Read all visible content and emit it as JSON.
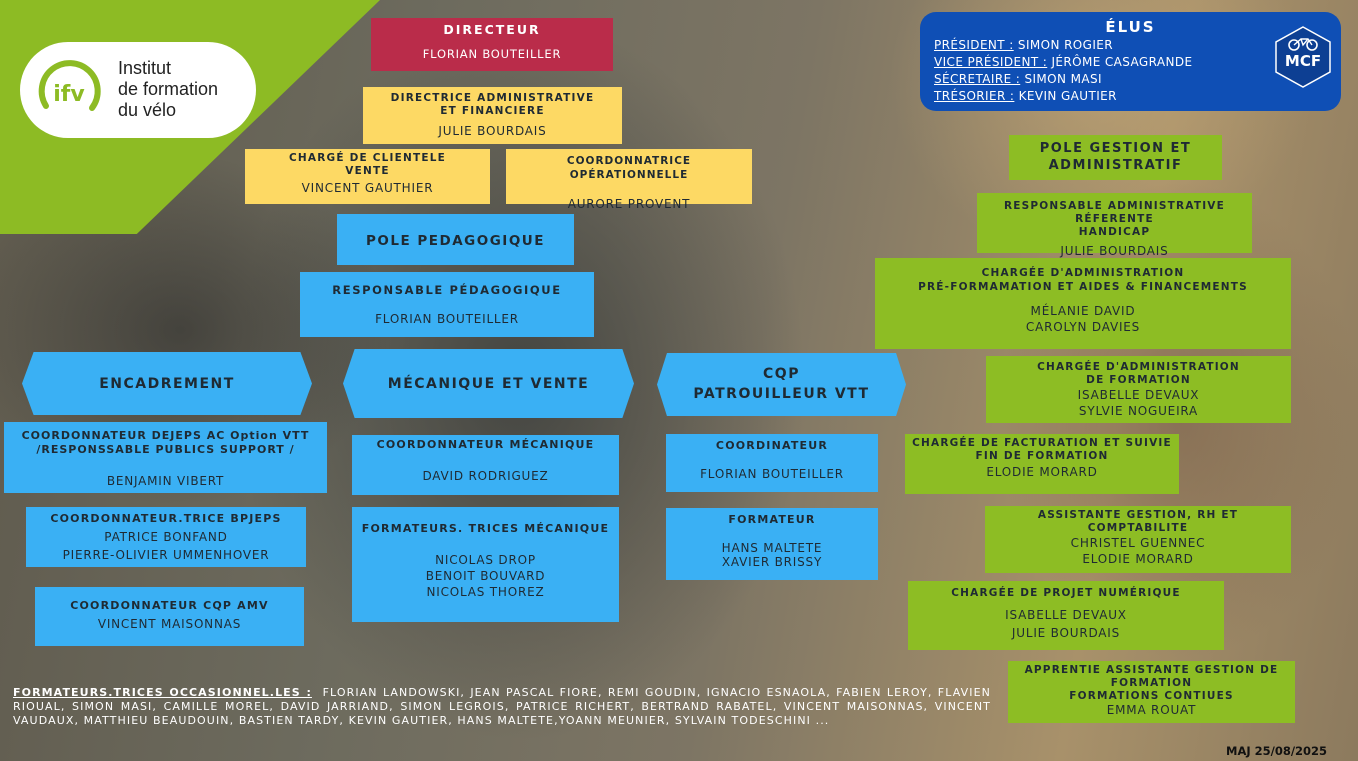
{
  "logo": {
    "mark": "ifv",
    "line1": "Institut",
    "line2": "de formation",
    "line3": "du vélo"
  },
  "colors": {
    "blue": "#3ab0f4",
    "green": "#8dbd24",
    "yellow": "#fdd964",
    "red": "#ba2c4a",
    "elus_bg": "#0f4fb5"
  },
  "directeur": {
    "title": "DIRECTEUR",
    "name": "FLORIAN BOUTEILLER"
  },
  "directrice_admin": {
    "title": "DIRECTRICE ADMINISTRATIVE ET FINANCIERE",
    "name": "JULIE BOURDAIS"
  },
  "charge_clientele": {
    "title": "CHARGÉ DE CLIENTELE VENTE",
    "name": "VINCENT GAUTHIER"
  },
  "coord_operationnelle": {
    "title": "COORDONNATRICE OPÉRATIONNELLE",
    "name": "AURORE PROVENT"
  },
  "pole_pedagogique": {
    "title": "POLE PEDAGOGIQUE"
  },
  "resp_pedagogique": {
    "title": "RESPONSABLE PÉDAGOGIQUE",
    "name": "FLORIAN BOUTEILLER"
  },
  "encadrement": {
    "header": "ENCADREMENT",
    "dejeps": {
      "title1": "COORDONNATEUR DEJEPS AC Option VTT",
      "title2": "/RESPONSSABLE PUBLICS SUPPORT /",
      "name": "BENJAMIN VIBERT"
    },
    "bpjeps": {
      "title": "COORDONNATEUR.TRICE BPJEPS",
      "name1": "PATRICE BONFAND",
      "name2": "PIERRE-OLIVIER UMMENHOVER"
    },
    "cqp_amv": {
      "title": "COORDONNATEUR CQP AMV",
      "name": "VINCENT MAISONNAS"
    }
  },
  "mecanique": {
    "header": "MÉCANIQUE ET VENTE",
    "coord": {
      "title": "COORDONNATEUR MÉCANIQUE",
      "name": "DAVID RODRIGUEZ"
    },
    "formateurs": {
      "title": "FORMATEURS. TRICES MÉCANIQUE",
      "name1": "NICOLAS DROP",
      "name2": "BENOIT BOUVARD",
      "name3": "NICOLAS THOREZ"
    }
  },
  "cqp_vtt": {
    "header1": "CQP",
    "header2": "PATROUILLEUR VTT",
    "coord": {
      "title": "COORDINATEUR",
      "name": "FLORIAN BOUTEILLER"
    },
    "formateur": {
      "title": "FORMATEUR",
      "name1": "HANS MALTETE",
      "name2": "XAVIER BRISSY"
    }
  },
  "elus": {
    "title": "ÉLUS",
    "president_label": "PRÉSIDENT :",
    "president": "SIMON ROGIER",
    "vice_label": "VICE PRÉSIDENT :",
    "vice": "JÉRÔME CASAGRANDE",
    "secretaire_label": "SÉCRETAIRE :",
    "secretaire": "SIMON MASI",
    "tresorier_label": "TRÉSORIER :",
    "tresorier": "KEVIN GAUTIER",
    "logo_text": "MCF"
  },
  "pole_gestion": {
    "title1": "POLE GESTION ET",
    "title2": "ADMINISTRATIF",
    "resp_admin": {
      "title1": "RESPONSABLE ADMINISTRATIVE RÉFERENTE",
      "title2": "HANDICAP",
      "name": "JULIE BOURDAIS"
    },
    "charge_admin_pre": {
      "title1": "CHARGÉE D'ADMINISTRATION",
      "title2": "PRÉ-FORMAMATION ET AIDES & FINANCEMENTS",
      "name1": "MÉLANIE DAVID",
      "name2": "CAROLYN DAVIES"
    },
    "charge_admin_formation": {
      "title1": "CHARGÉE D'ADMINISTRATION",
      "title2": "DE FORMATION",
      "name1": "ISABELLE DEVAUX",
      "name2": "SYLVIE NOGUEIRA"
    },
    "facturation": {
      "title1": "CHARGÉE DE FACTURATION ET SUIVIE",
      "title2": "FIN DE FORMATION",
      "name": "ELODIE MORARD"
    },
    "assistante_rh": {
      "title1": "ASSISTANTE GESTION, RH ET",
      "title2": "COMPTABILITE",
      "name1": "CHRISTEL GUENNEC",
      "name2": "ELODIE MORARD"
    },
    "numerique": {
      "title": "CHARGÉE DE PROJET NUMÉRIQUE",
      "name1": "ISABELLE DEVAUX",
      "name2": "JULIE BOURDAIS"
    },
    "apprentie": {
      "title1": "APPRENTIE ASSISTANTE GESTION DE",
      "title2": "FORMATION",
      "title3": "FORMATIONS CONTIUES",
      "name": "EMMA ROUAT"
    }
  },
  "footer": {
    "label": "FORMATEURS.TRICES OCCASIONNEL.LES :",
    "names": "FLORIAN LANDOWSKI, JEAN PASCAL FIORE, REMI GOUDIN, IGNACIO ESNAOLA, FABIEN LEROY, FLAVIEN RIOUAL, SIMON MASI, CAMILLE MOREL, DAVID JARRIAND, SIMON LEGROIS, PATRICE RICHERT, BERTRAND RABATEL, VINCENT MAISONNAS, VINCENT VAUDAUX, MATTHIEU BEAUDOUIN, BASTIEN TARDY, KEVIN GAUTIER, HANS MALTETE,YOANN MEUNIER, SYLVAIN TODESCHINI ..."
  },
  "maj": "MAJ 25/08/2025"
}
